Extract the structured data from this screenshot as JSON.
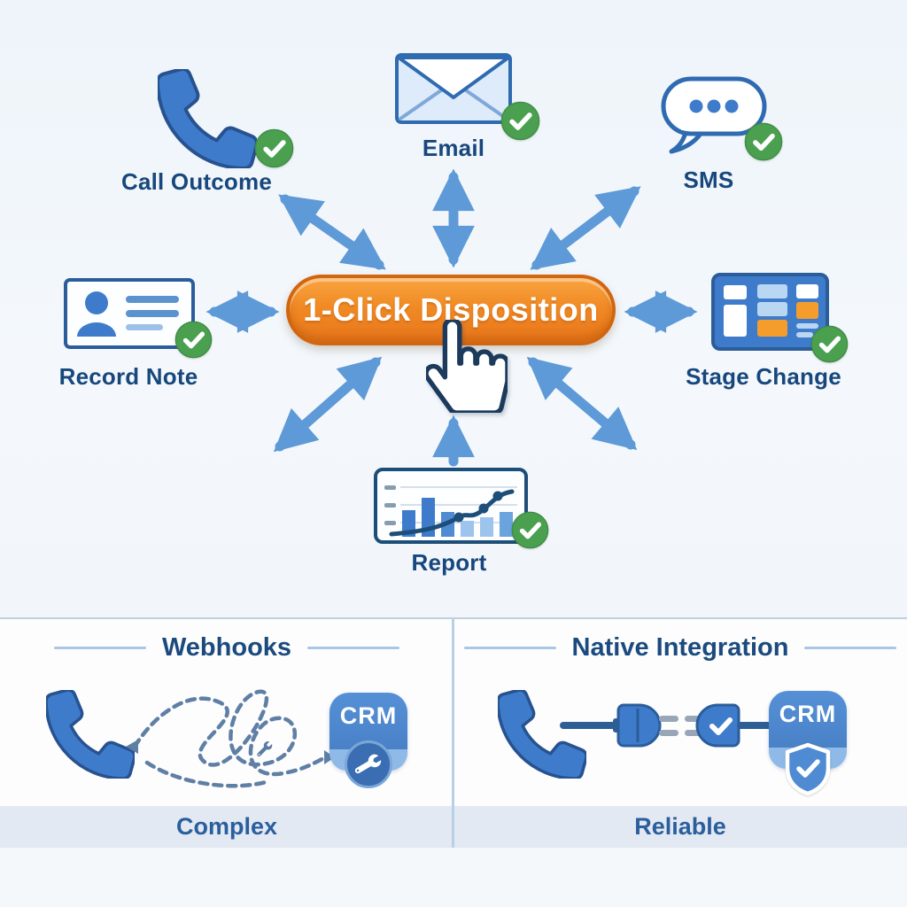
{
  "diagram": {
    "center_button": {
      "label": "1-Click Disposition"
    },
    "nodes": [
      {
        "id": "call-outcome",
        "label": "Call Outcome",
        "icon": "phone-icon",
        "status_icon": "check-icon"
      },
      {
        "id": "email",
        "label": "Email",
        "icon": "envelope-icon",
        "status_icon": "check-icon"
      },
      {
        "id": "sms",
        "label": "SMS",
        "icon": "chat-bubble-icon",
        "status_icon": "check-icon"
      },
      {
        "id": "record-note",
        "label": "Record Note",
        "icon": "contact-card-icon",
        "status_icon": "check-icon"
      },
      {
        "id": "stage-change",
        "label": "Stage Change",
        "icon": "kanban-board-icon",
        "status_icon": "check-icon"
      },
      {
        "id": "report",
        "label": "Report",
        "icon": "bar-chart-icon",
        "status_icon": "check-icon"
      }
    ]
  },
  "comparison": {
    "left_panel": {
      "title": "Webhooks",
      "caption": "Complex",
      "crm_badge_label": "CRM",
      "icons": [
        "phone-icon",
        "tangled-lines-icon",
        "wrench-icon",
        "crm-app-icon",
        "gear-badge-icon"
      ]
    },
    "right_panel": {
      "title": "Native Integration",
      "caption": "Reliable",
      "crm_badge_label": "CRM",
      "icons": [
        "phone-icon",
        "plug-connector-icon",
        "crm-app-icon",
        "shield-check-badge-icon"
      ]
    }
  },
  "colors": {
    "accent_orange": "#ee7d1d",
    "primary_blue": "#3e7ccb",
    "arrow_blue": "#5e9ad7",
    "success_green": "#4aa04f",
    "heading_text": "#17477c",
    "caption_text": "#2a5f9e",
    "background": "#f3f7fb"
  }
}
